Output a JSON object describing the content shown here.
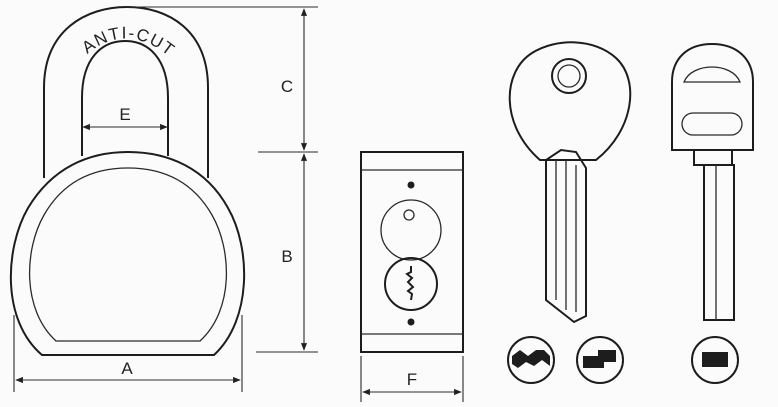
{
  "shackle_text": "ANTI-CUT",
  "dimensions": {
    "A": "A",
    "B": "B",
    "C": "C",
    "E": "E",
    "F": "F"
  },
  "icons": [
    "padlock-front-view",
    "padlock-side-view",
    "dimple-key",
    "bar-key",
    "wave-key-profile",
    "step-key-profile",
    "bar-key-profile"
  ],
  "colors": {
    "line": "#1d1d1d",
    "background": "#fbfbfb"
  }
}
